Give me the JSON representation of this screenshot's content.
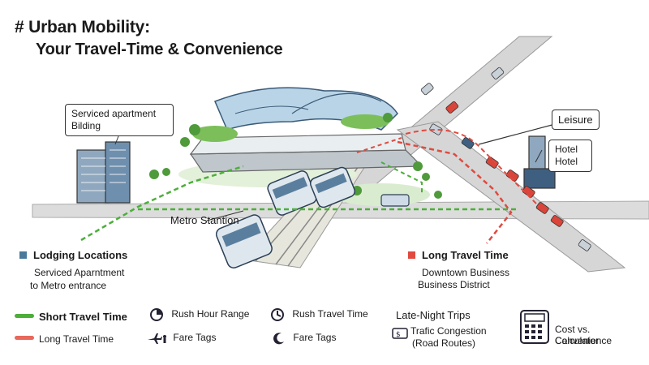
{
  "header": {
    "title_line1": "# Urban Mobility:",
    "title_line2": "Your Travel-Time & Convenience"
  },
  "callouts": {
    "apartment_line1": "Serviced apartment",
    "apartment_line2": "Bilding",
    "leisure": "Leisure",
    "hotel_line1": "Hotel",
    "hotel_line2": "Hotel",
    "metro_station": "Metro Stantion"
  },
  "lodging": {
    "title": "Lodging Locations",
    "line1": "Serviced Aparntment",
    "line2": "to Metro entrance",
    "color": "#4a7a9b"
  },
  "long_travel": {
    "title": "Long Travel Time",
    "line1": "Downtown Business",
    "line2": "Business District",
    "color": "#e04a3f"
  },
  "legend": {
    "short_travel": "Short Travel Time",
    "long_travel": "Long Travel Time",
    "rush_hour_range": "Rush Hour Range",
    "fare_tags_1": "Fare Tags",
    "rush_travel_time": "Rush Travel Time",
    "fare_tags_2": "Fare Tags",
    "late_night": "Late-Night Trips",
    "traffic_congestion_line1": "Trafic Congestion",
    "traffic_congestion_line2": "(Road Routes)",
    "calculator_line1": "Cost vs. Convenience",
    "calculator_line2": "Calculator",
    "green": "#4caf3a",
    "red": "#e8685c"
  }
}
